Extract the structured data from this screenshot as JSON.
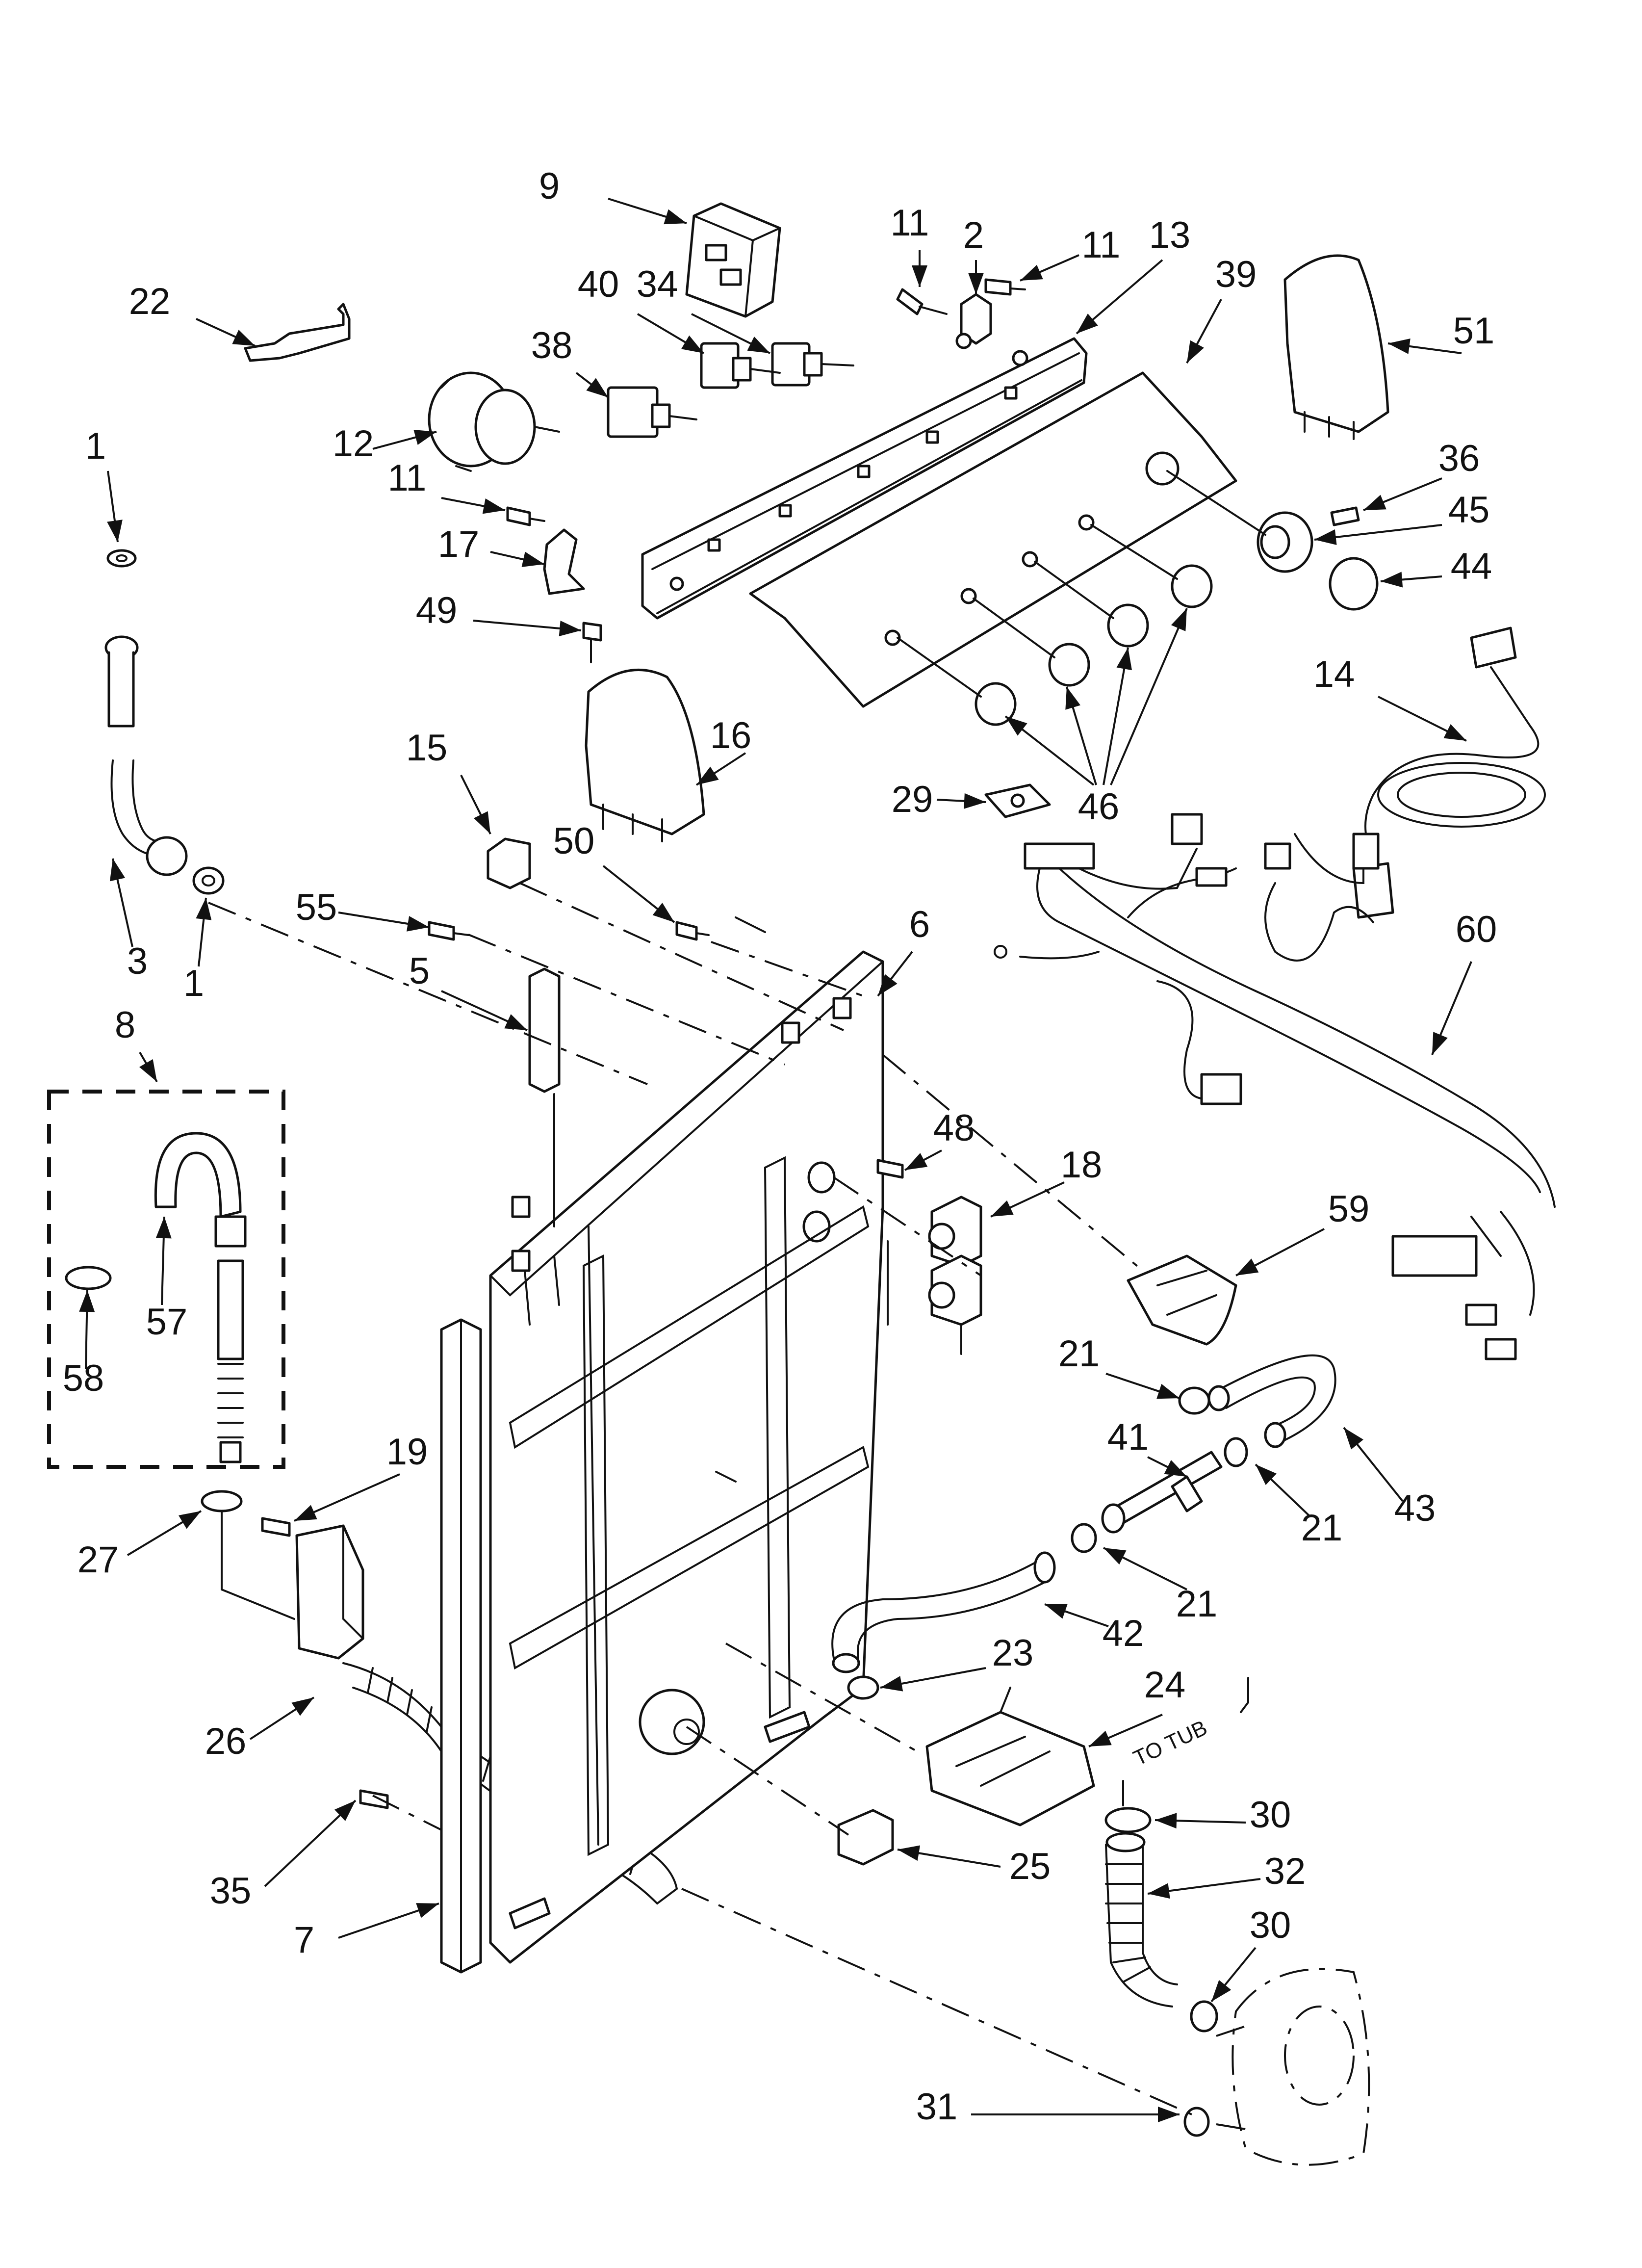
{
  "diagram": {
    "annotation_to_tub": "TO TUB",
    "callouts": [
      {
        "id": "c-9",
        "label": "9"
      },
      {
        "id": "c-11a",
        "label": "11"
      },
      {
        "id": "c-2",
        "label": "2"
      },
      {
        "id": "c-11b",
        "label": "11"
      },
      {
        "id": "c-13",
        "label": "13"
      },
      {
        "id": "c-39",
        "label": "39"
      },
      {
        "id": "c-40",
        "label": "40"
      },
      {
        "id": "c-34",
        "label": "34"
      },
      {
        "id": "c-22",
        "label": "22"
      },
      {
        "id": "c-51",
        "label": "51"
      },
      {
        "id": "c-38",
        "label": "38"
      },
      {
        "id": "c-12",
        "label": "12"
      },
      {
        "id": "c-1a",
        "label": "1"
      },
      {
        "id": "c-11c",
        "label": "11"
      },
      {
        "id": "c-36",
        "label": "36"
      },
      {
        "id": "c-45",
        "label": "45"
      },
      {
        "id": "c-44",
        "label": "44"
      },
      {
        "id": "c-17",
        "label": "17"
      },
      {
        "id": "c-49",
        "label": "49"
      },
      {
        "id": "c-14",
        "label": "14"
      },
      {
        "id": "c-16",
        "label": "16"
      },
      {
        "id": "c-15",
        "label": "15"
      },
      {
        "id": "c-29",
        "label": "29"
      },
      {
        "id": "c-46",
        "label": "46"
      },
      {
        "id": "c-50",
        "label": "50"
      },
      {
        "id": "c-55",
        "label": "55"
      },
      {
        "id": "c-6",
        "label": "6"
      },
      {
        "id": "c-60",
        "label": "60"
      },
      {
        "id": "c-3",
        "label": "3"
      },
      {
        "id": "c-1b",
        "label": "1"
      },
      {
        "id": "c-5",
        "label": "5"
      },
      {
        "id": "c-8",
        "label": "8"
      },
      {
        "id": "c-48",
        "label": "48"
      },
      {
        "id": "c-18",
        "label": "18"
      },
      {
        "id": "c-59",
        "label": "59"
      },
      {
        "id": "c-57",
        "label": "57"
      },
      {
        "id": "c-58",
        "label": "58"
      },
      {
        "id": "c-21a",
        "label": "21"
      },
      {
        "id": "c-41",
        "label": "41"
      },
      {
        "id": "c-43",
        "label": "43"
      },
      {
        "id": "c-21b",
        "label": "21"
      },
      {
        "id": "c-19",
        "label": "19"
      },
      {
        "id": "c-27",
        "label": "27"
      },
      {
        "id": "c-21c",
        "label": "21"
      },
      {
        "id": "c-42",
        "label": "42"
      },
      {
        "id": "c-23",
        "label": "23"
      },
      {
        "id": "c-24",
        "label": "24"
      },
      {
        "id": "c-26",
        "label": "26"
      },
      {
        "id": "c-30a",
        "label": "30"
      },
      {
        "id": "c-32",
        "label": "32"
      },
      {
        "id": "c-35",
        "label": "35"
      },
      {
        "id": "c-25",
        "label": "25"
      },
      {
        "id": "c-30b",
        "label": "30"
      },
      {
        "id": "c-7",
        "label": "7"
      },
      {
        "id": "c-31",
        "label": "31"
      }
    ]
  }
}
